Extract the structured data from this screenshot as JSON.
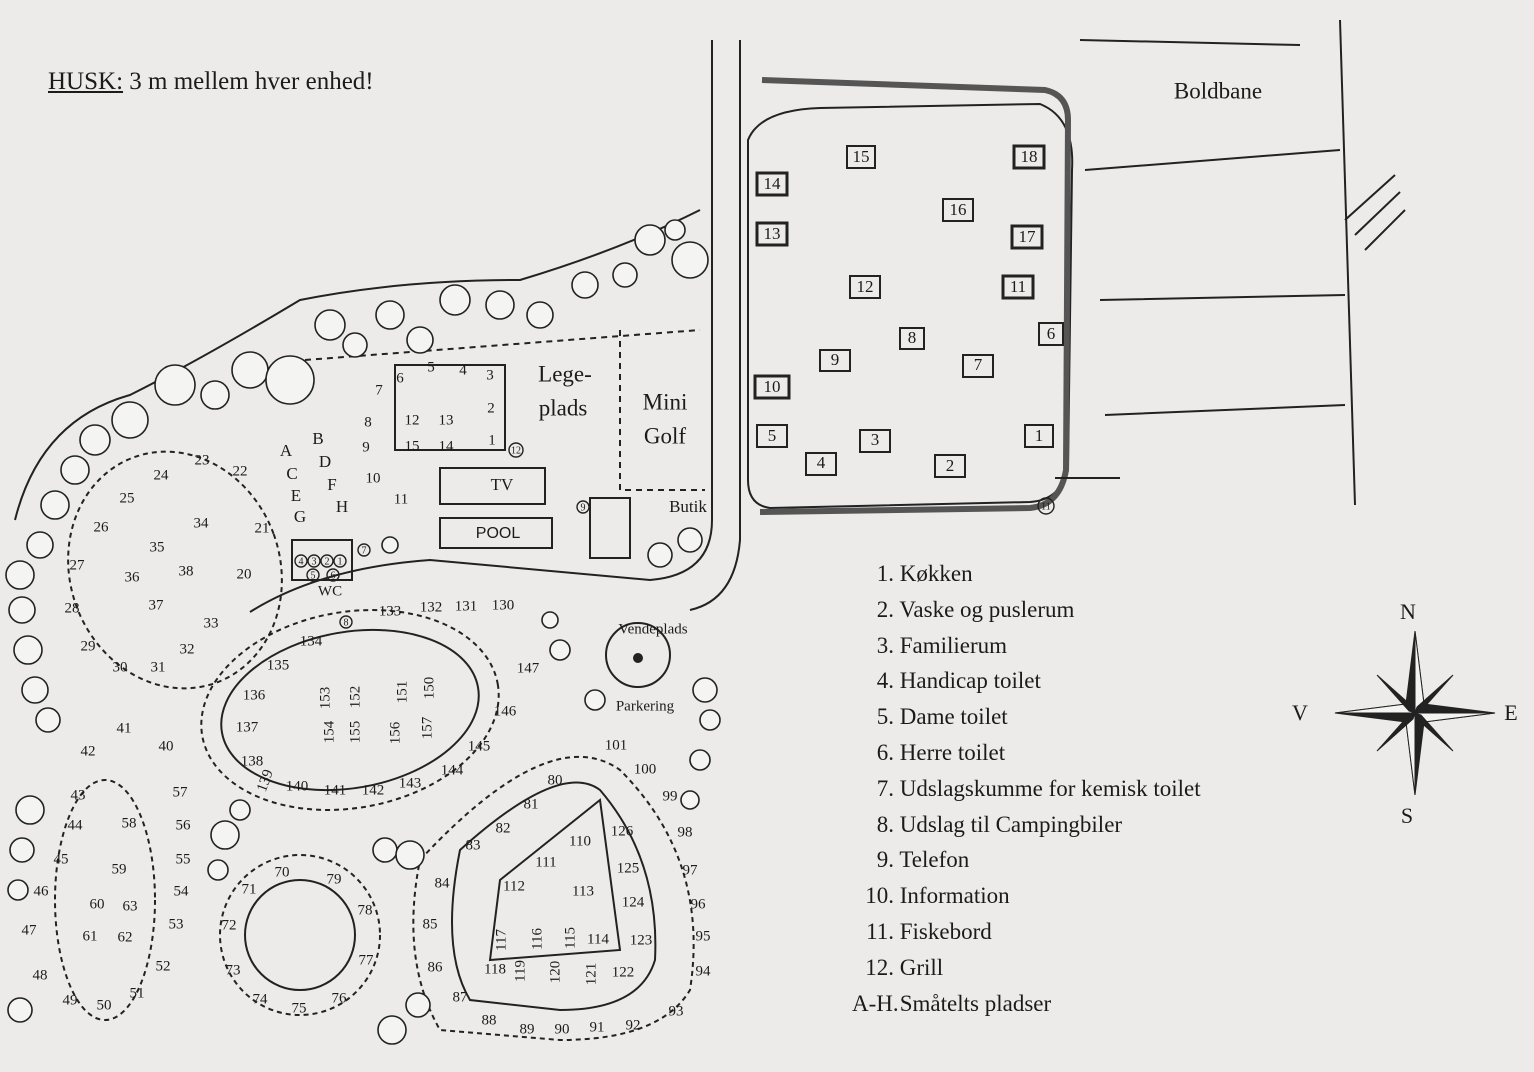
{
  "reminder": {
    "label": "HUSK:",
    "text": " 3 m  mellem hver enhed!"
  },
  "labels": {
    "boldbane": "Boldbane",
    "legeplads_1": "Lege-",
    "legeplads_2": "plads",
    "minigolf_1": "Mini",
    "minigolf_2": "Golf",
    "tv": "TV",
    "pool": "POOL",
    "butik": "Butik",
    "wc": "WC",
    "vendeplads": "Vendeplads",
    "parkering": "Parkering"
  },
  "compass": {
    "n": "N",
    "s": "S",
    "e": "E",
    "w": "V"
  },
  "boxed_sites": [
    "1",
    "2",
    "3",
    "4",
    "5",
    "6",
    "7",
    "8",
    "9",
    "10",
    "11",
    "12",
    "13",
    "14",
    "15",
    "16",
    "17",
    "18"
  ],
  "small_tent_letters": [
    "A",
    "C",
    "E",
    "G",
    "B",
    "D",
    "F",
    "H"
  ],
  "facility_markers": [
    "4",
    "3",
    "2",
    "1",
    "5",
    "6",
    "7",
    "8",
    "9",
    "12",
    "11"
  ],
  "sites": [
    "1",
    "2",
    "3",
    "4",
    "5",
    "6",
    "7",
    "8",
    "9",
    "10",
    "11",
    "12",
    "13",
    "14",
    "15",
    "20",
    "21",
    "22",
    "23",
    "24",
    "25",
    "26",
    "27",
    "28",
    "29",
    "30",
    "31",
    "32",
    "33",
    "34",
    "35",
    "36",
    "37",
    "38",
    "40",
    "41",
    "42",
    "43",
    "44",
    "45",
    "46",
    "47",
    "48",
    "49",
    "50",
    "51",
    "52",
    "53",
    "54",
    "55",
    "56",
    "57",
    "58",
    "59",
    "60",
    "61",
    "62",
    "63",
    "70",
    "71",
    "72",
    "73",
    "74",
    "75",
    "76",
    "77",
    "78",
    "79",
    "80",
    "81",
    "82",
    "83",
    "84",
    "85",
    "86",
    "87",
    "88",
    "89",
    "90",
    "91",
    "92",
    "93",
    "94",
    "95",
    "96",
    "97",
    "98",
    "99",
    "100",
    "101",
    "110",
    "111",
    "112",
    "113",
    "114",
    "115",
    "116",
    "117",
    "118",
    "119",
    "120",
    "121",
    "122",
    "123",
    "124",
    "125",
    "126",
    "130",
    "131",
    "132",
    "133",
    "134",
    "135",
    "136",
    "137",
    "138",
    "139",
    "140",
    "141",
    "142",
    "143",
    "144",
    "145",
    "146",
    "147",
    "150",
    "151",
    "152",
    "153",
    "154",
    "155",
    "156",
    "157"
  ],
  "legend": [
    {
      "num": "1.",
      "text": "Køkken"
    },
    {
      "num": "2.",
      "text": "Vaske og puslerum"
    },
    {
      "num": "3.",
      "text": "Familierum"
    },
    {
      "num": "4.",
      "text": "Handicap toilet"
    },
    {
      "num": "5.",
      "text": "Dame toilet"
    },
    {
      "num": "6.",
      "text": "Herre toilet"
    },
    {
      "num": "7.",
      "text": "Udslagskumme for kemisk toilet"
    },
    {
      "num": "8.",
      "text": "Udslag til Campingbiler"
    },
    {
      "num": "9.",
      "text": "Telefon"
    },
    {
      "num": "10.",
      "text": "Information"
    },
    {
      "num": "11.",
      "text": "Fiskebord"
    },
    {
      "num": "12.",
      "text": "Grill"
    },
    {
      "num": "A-H.",
      "text": "Småtelts pladser"
    }
  ]
}
